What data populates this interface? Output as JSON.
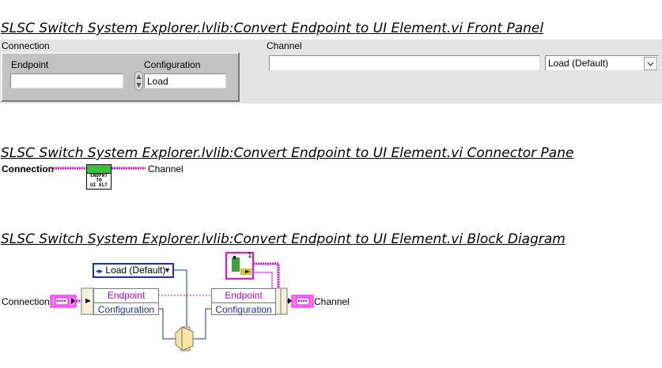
{
  "front_panel": {
    "title": "SLSC Switch System Explorer.lvlib:Convert Endpoint to UI Element.vi Front Panel",
    "connection_label": "Connection",
    "endpoint_label": "Endpoint",
    "endpoint_value": "",
    "configuration_label": "Configuration",
    "configuration_value": "Load",
    "channel_label": "Channel",
    "channel_value": "",
    "channel_dropdown_value": "Load (Default)"
  },
  "connector_pane": {
    "title": "SLSC Switch System Explorer.lvlib:Convert Endpoint to UI Element.vi Connector Pane",
    "input_terminal": "Connection",
    "output_terminal": "Channel",
    "icon_text_line1": "ENDPNT",
    "icon_text_line2": "TO",
    "icon_text_line3": "UI ELT"
  },
  "block_diagram": {
    "title": "SLSC Switch System Explorer.lvlib:Convert Endpoint to UI Element.vi Block Diagram",
    "enum_constant": "Load (Default)",
    "input_terminal": "Connection",
    "output_terminal": "Channel",
    "unbundle_field1": "Endpoint",
    "unbundle_field2": "Configuration",
    "bundle_field1": "Endpoint",
    "bundle_field2": "Configuration",
    "constant_value": "1"
  },
  "colors": {
    "cluster_wire": "#ff00ff",
    "enum_wire": "#1b2fb8",
    "panel_bg": "#e4e4e4",
    "icon_header": "#34c434"
  }
}
